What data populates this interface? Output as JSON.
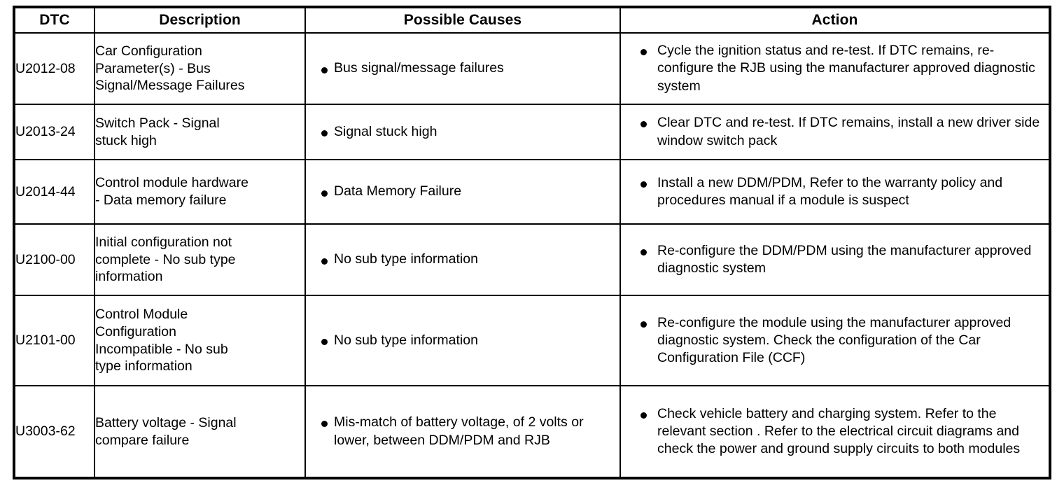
{
  "table": {
    "columns": [
      {
        "key": "dtc",
        "label": "DTC"
      },
      {
        "key": "desc",
        "label": "Description"
      },
      {
        "key": "cause",
        "label": "Possible Causes"
      },
      {
        "key": "action",
        "label": "Action"
      }
    ],
    "rows": [
      {
        "dtc": "U2012-08",
        "description_lines": [
          "Car Configuration",
          "Parameter(s) - Bus",
          "Signal/Message Failures"
        ],
        "possible_causes": [
          "Bus signal/message failures"
        ],
        "actions": [
          "Cycle the ignition status and re-test. If DTC remains, re-configure the RJB using the manufacturer approved diagnostic system"
        ]
      },
      {
        "dtc": "U2013-24",
        "description_lines": [
          "Switch Pack - Signal",
          "stuck high"
        ],
        "possible_causes": [
          "Signal stuck high"
        ],
        "actions": [
          "Clear DTC and re-test. If DTC remains, install a new driver side window switch pack"
        ]
      },
      {
        "dtc": "U2014-44",
        "description_lines": [
          "Control module hardware",
          "- Data memory failure"
        ],
        "possible_causes": [
          "Data Memory Failure"
        ],
        "actions": [
          "Install a new DDM/PDM, Refer to the warranty policy and procedures manual if a module is suspect"
        ]
      },
      {
        "dtc": "U2100-00",
        "description_lines": [
          "Initial configuration not",
          "complete - No sub type",
          "information"
        ],
        "possible_causes": [
          "No sub type information"
        ],
        "actions": [
          "Re-configure the DDM/PDM using the manufacturer approved diagnostic system"
        ]
      },
      {
        "dtc": "U2101-00",
        "description_lines": [
          "Control Module",
          "Configuration",
          "Incompatible - No sub",
          "type information"
        ],
        "possible_causes": [
          "No sub type information"
        ],
        "actions": [
          "Re-configure the module using the manufacturer approved diagnostic system. Check the configuration of the Car Configuration File (CCF)"
        ]
      },
      {
        "dtc": "U3003-62",
        "description_lines": [
          "Battery voltage - Signal",
          "compare failure"
        ],
        "possible_causes": [
          "Mis-match of battery voltage, of 2 volts or lower, between DDM/PDM and RJB"
        ],
        "actions": [
          "Check vehicle battery and charging system. Refer to the relevant section . Refer to the electrical circuit diagrams and check the power and ground supply circuits to both modules"
        ]
      }
    ]
  },
  "style": {
    "ink": "#000000",
    "paper": "#ffffff"
  }
}
